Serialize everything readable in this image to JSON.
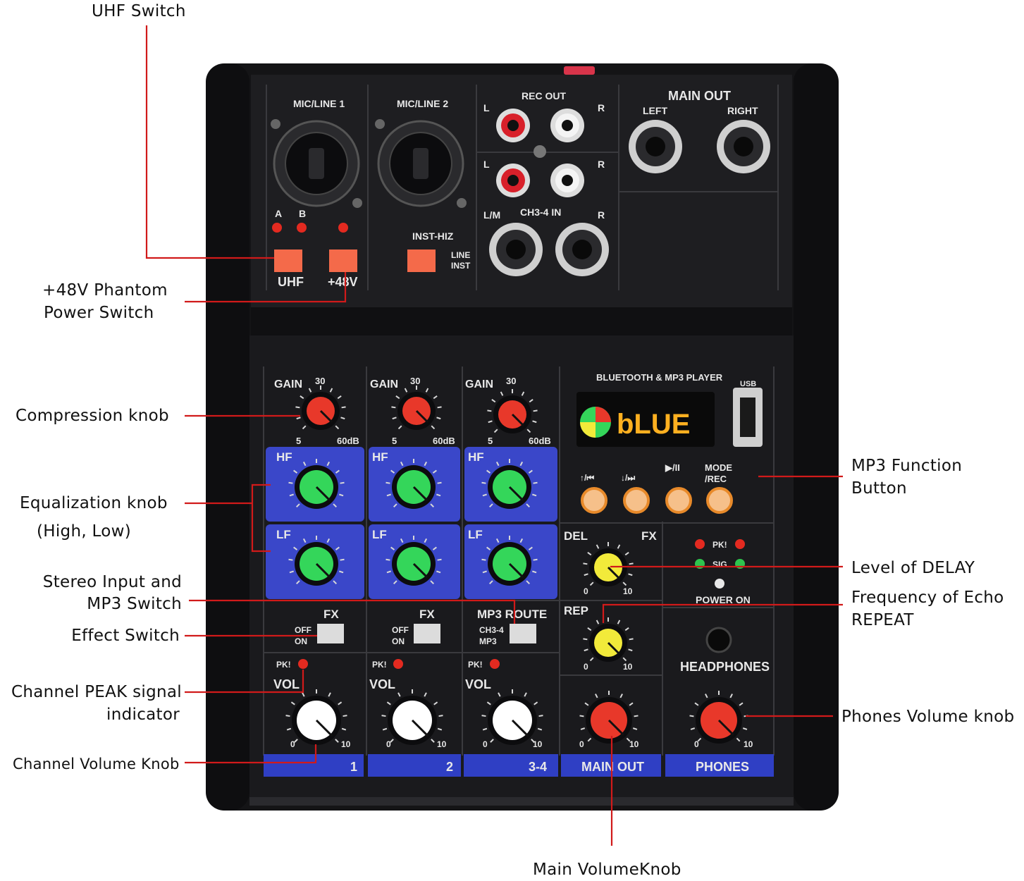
{
  "colors": {
    "body": "#1c1c1e",
    "panel": "#161618",
    "eq_blue": "#3a47c9",
    "label_blue": "#2f3fc4",
    "accent_red": "#e8382a",
    "knob_green": "#34d65a",
    "knob_yellow": "#f2ea3a",
    "button_orange": "#f6c08a",
    "switch_red": "#f46a4a",
    "leader": "#d11a1a"
  },
  "callouts": {
    "uhf_switch": "UHF Switch",
    "phantom_l1": "+48V Phantom",
    "phantom_l2": "Power Switch",
    "compression": "Compression knob",
    "eq_l1": "Equalization knob",
    "eq_l2": "(High, Low)",
    "stereo_l1": "Stereo Input and",
    "stereo_l2": "MP3 Switch",
    "effect": "Effect Switch",
    "peak_l1": "Channel PEAK signal",
    "peak_l2": "indicator",
    "ch_vol": "Channel Volume Knob",
    "mp3_l1": "MP3 Function",
    "mp3_l2": "Button",
    "delay": "Level of DELAY",
    "echo_l1": "Frequency of Echo",
    "echo_l2": "REPEAT",
    "phones_vol": "Phones Volume knob",
    "main_vol": "Main VolumeKnob"
  },
  "panel": {
    "mic1": "MIC/LINE 1",
    "mic2": "MIC/LINE 2",
    "led_a": "A",
    "led_b": "B",
    "uhf": "UHF",
    "p48": "+48V",
    "inst_hiz": "INST-HIZ",
    "line": "LINE",
    "inst": "INST",
    "rec_out": "REC OUT",
    "ch34_in": "CH3-4 IN",
    "l": "L",
    "r": "R",
    "lm": "L/M",
    "main_out": "MAIN OUT",
    "left": "LEFT",
    "right": "RIGHT",
    "gain": "GAIN",
    "gain_30": "30",
    "gain_5": "5",
    "gain_60": "60dB",
    "hf": "HF",
    "lf": "LF",
    "bt_title": "BLUETOOTH & MP3 PLAYER",
    "usb": "USB",
    "display": "bLUE",
    "btn_prev": "↑/⏮",
    "btn_next": "↓/⏭",
    "btn_play": "▶/II",
    "btn_mode_1": "MODE",
    "btn_mode_2": "/REC",
    "del": "DEL",
    "fx": "FX",
    "rep": "REP",
    "pk": "PK!",
    "sig": "SIG",
    "power_on": "POWER ON",
    "headphones": "HEADPHONES",
    "off": "OFF",
    "on": "ON",
    "mp3_route": "MP3 ROUTE",
    "ch34": "CH3-4",
    "mp3": "MP3",
    "vol": "VOL",
    "zero": "0",
    "ten": "10",
    "strip_1": "1",
    "strip_2": "2",
    "strip_34": "3-4",
    "strip_main": "MAIN OUT",
    "strip_phones": "PHONES"
  }
}
